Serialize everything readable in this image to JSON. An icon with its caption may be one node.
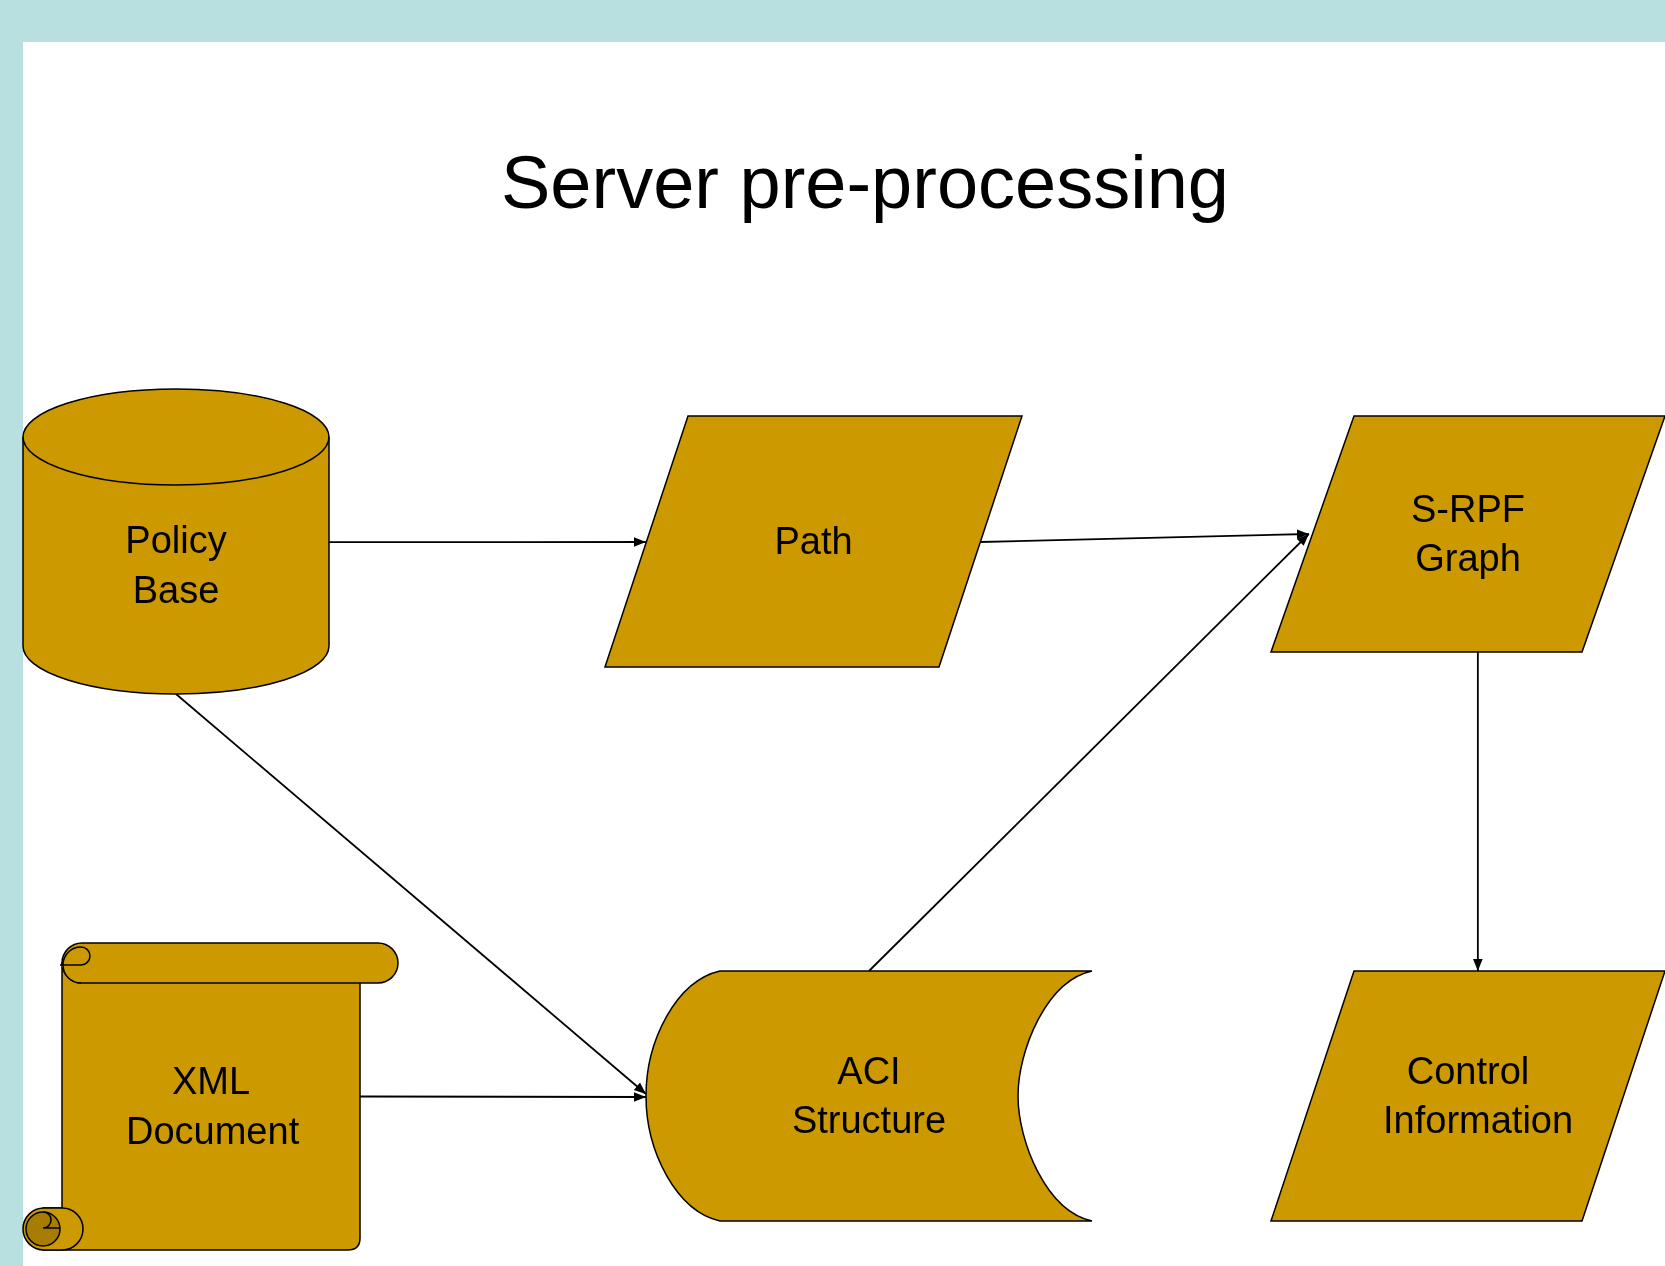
{
  "diagram": {
    "title": "Server pre-processing",
    "nodes": [
      {
        "text": [
          "Policy Base"
        ]
      },
      {
        "text": [
          "Path"
        ]
      },
      {
        "text": [
          "S-RPF Graph"
        ]
      },
      {
        "text": [
          "XML Document"
        ]
      },
      {
        "text": [
          "ACI Structure"
        ]
      },
      {
        "text": [
          "Control Information"
        ]
      }
    ],
    "edges": [
      {
        "from": 0,
        "to": 1,
        "arrow": "to"
      },
      {
        "from": 1,
        "to": 2,
        "arrow": "to"
      },
      {
        "from": 0,
        "to": 4,
        "arrow": "to"
      },
      {
        "from": 3,
        "to": 4,
        "arrow": "to"
      },
      {
        "from": 4,
        "to": 2,
        "arrow": "to"
      },
      {
        "from": 2,
        "to": 5,
        "arrow": "to"
      }
    ]
  }
}
